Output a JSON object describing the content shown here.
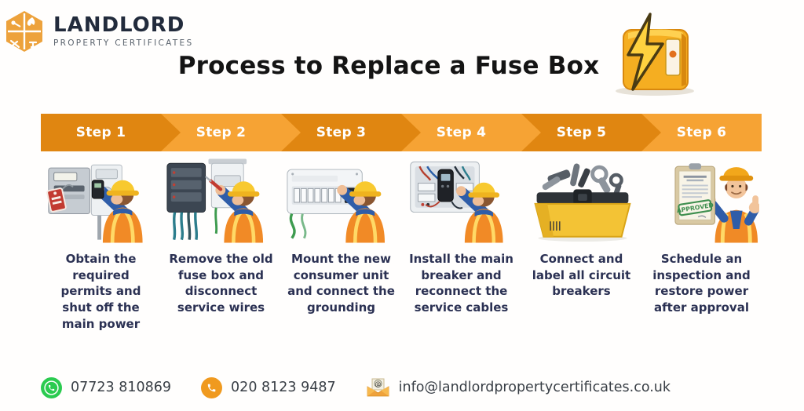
{
  "brand": {
    "name": "LANDLORD",
    "tagline": "PROPERTY CERTIFICATES"
  },
  "header": {
    "title": "Process to Replace a Fuse Box"
  },
  "steps": [
    {
      "label": "Step 1",
      "description": "Obtain the required permits and shut off the main power",
      "illustration": "worker-locking-out-meter-panel"
    },
    {
      "label": "Step 2",
      "description": "Remove the old fuse box and disconnect service wires",
      "illustration": "worker-removing-old-fuse-box"
    },
    {
      "label": "Step 3",
      "description": "Mount the new consumer unit and connect the grounding",
      "illustration": "worker-mounting-consumer-unit"
    },
    {
      "label": "Step 4",
      "description": "Install the main breaker and reconnect the service cables",
      "illustration": "worker-installing-main-breaker"
    },
    {
      "label": "Step 5",
      "description": "Connect and label all circuit breakers",
      "illustration": "toolbox-with-tools"
    },
    {
      "label": "Step 6",
      "description": "Schedule an inspection and restore power after approval",
      "illustration": "worker-with-approved-certificate",
      "certificate_stamp": "APPROVED"
    }
  ],
  "contact": {
    "whatsapp_number": "07723 810869",
    "phone_number": "020 8123 9487",
    "email": "info@landlordpropertycertificates.co.uk"
  },
  "icons": {
    "email_at_symbol": "@"
  },
  "colors": {
    "banner_dark": "#e08611",
    "banner_light": "#f6a334",
    "description_navy": "#2b3153",
    "title_black": "#141414",
    "logo_navy": "#222b3c",
    "logo_hex_orange": "#eda23c",
    "whatsapp_green": "#2bcb50",
    "phone_orange": "#f09a1f",
    "footer_text": "#383e45"
  }
}
